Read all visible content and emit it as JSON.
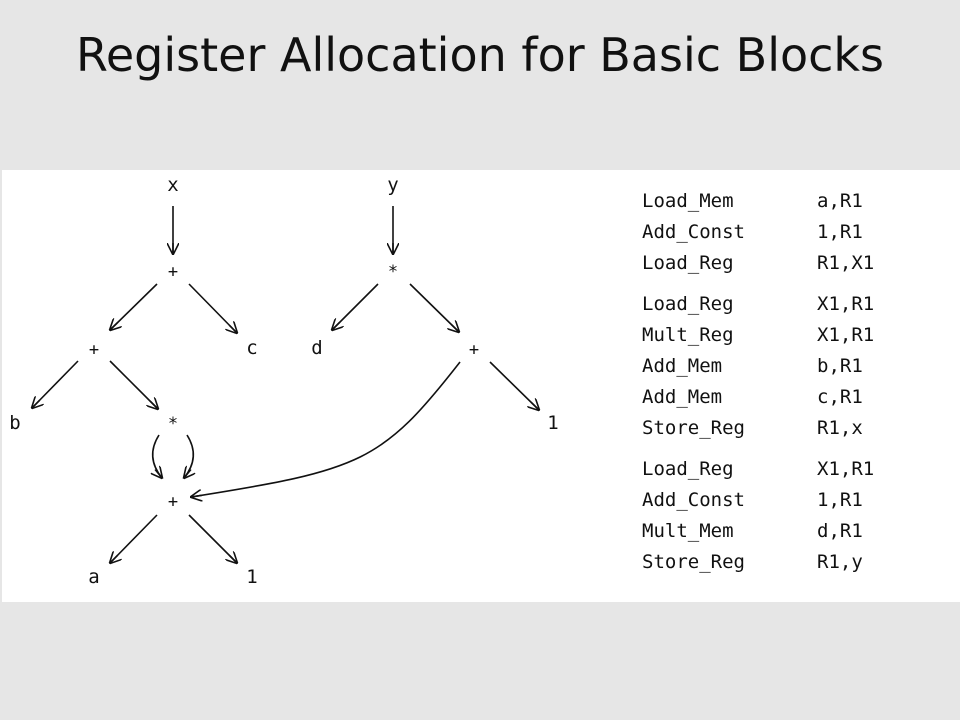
{
  "title": "Register Allocation for Basic Blocks",
  "dag": {
    "nodes": {
      "x": "x",
      "y": "y",
      "plus_x": "+",
      "star_y": "*",
      "plus_left": "+",
      "c": "c",
      "d": "d",
      "plus_right": "+",
      "b": "b",
      "star_mid": "*",
      "one_right": "1",
      "plus_bottom": "+",
      "a": "a",
      "one_bottom": "1"
    }
  },
  "code": {
    "groups": [
      {
        "lines": [
          {
            "op": "Load_Mem",
            "args": "a,R1"
          },
          {
            "op": "Add_Const",
            "args": "1,R1"
          },
          {
            "op": "Load_Reg",
            "args": "R1,X1"
          }
        ]
      },
      {
        "lines": [
          {
            "op": "Load_Reg",
            "args": "X1,R1"
          },
          {
            "op": "Mult_Reg",
            "args": "X1,R1"
          },
          {
            "op": "Add_Mem",
            "args": "b,R1"
          },
          {
            "op": "Add_Mem",
            "args": "c,R1"
          },
          {
            "op": "Store_Reg",
            "args": "R1,x"
          }
        ]
      },
      {
        "lines": [
          {
            "op": "Load_Reg",
            "args": "X1,R1"
          },
          {
            "op": "Add_Const",
            "args": "1,R1"
          },
          {
            "op": "Mult_Mem",
            "args": "d,R1"
          },
          {
            "op": "Store_Reg",
            "args": "R1,y"
          }
        ]
      }
    ]
  }
}
